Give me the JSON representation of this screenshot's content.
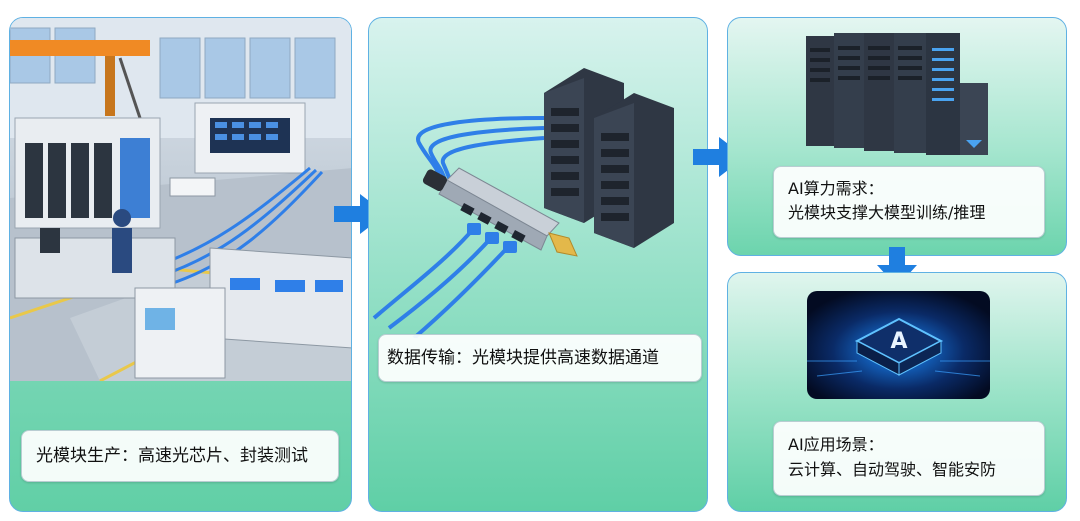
{
  "panels": {
    "production": {
      "caption": "光模块生产：高速光芯片、封装测试"
    },
    "transmission": {
      "caption": "数据传输：光模块提供高速数据通道"
    },
    "compute": {
      "caption_line1": "AI算力需求：",
      "caption_line2": "光模块支撑大模型训练/推理"
    },
    "application": {
      "caption_line1": "AI应用场景：",
      "caption_line2": "云计算、自动驾驶、智能安防",
      "chip_label": "A"
    }
  },
  "colors": {
    "accent_arrow": "#1f7fe0",
    "panel_border": "#5fb1e3",
    "cable_blue": "#2f7fe8",
    "server_dark": "#2f3744"
  },
  "icons": [
    "factory-illustration",
    "optical-module-illustration",
    "server-rack-illustration",
    "ai-chip-illustration",
    "arrow-right-icon",
    "arrow-down-icon"
  ]
}
